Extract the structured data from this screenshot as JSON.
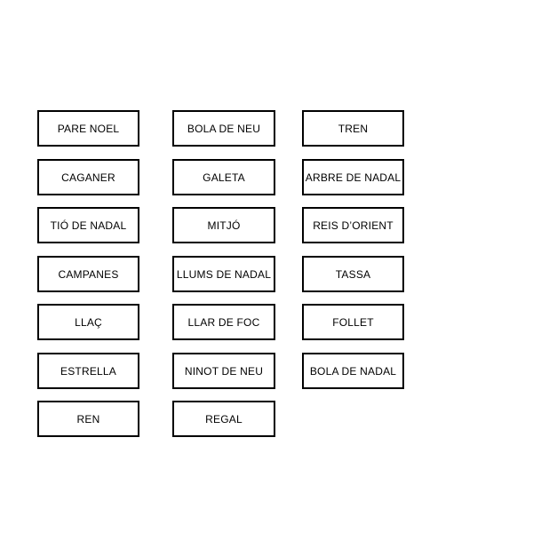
{
  "board": {
    "colors": {
      "background": "#ffffff",
      "card_background": "#ffffff",
      "card_border": "#000000",
      "card_text": "#000000"
    },
    "columns": [
      {
        "cards": [
          "PARE NOEL",
          "CAGANER",
          "TIÓ DE NADAL",
          "CAMPANES",
          "LLAÇ",
          "ESTRELLA",
          "REN"
        ]
      },
      {
        "cards": [
          "BOLA DE NEU",
          "GALETA",
          "MITJÓ",
          "LLUMS DE NADAL",
          "LLAR DE FOC",
          "NINOT DE NEU",
          "REGAL"
        ]
      },
      {
        "cards": [
          "TREN",
          "ARBRE DE NADAL",
          "REIS D’ORIENT",
          "TASSA",
          "FOLLET",
          "BOLA DE NADAL"
        ]
      }
    ]
  }
}
